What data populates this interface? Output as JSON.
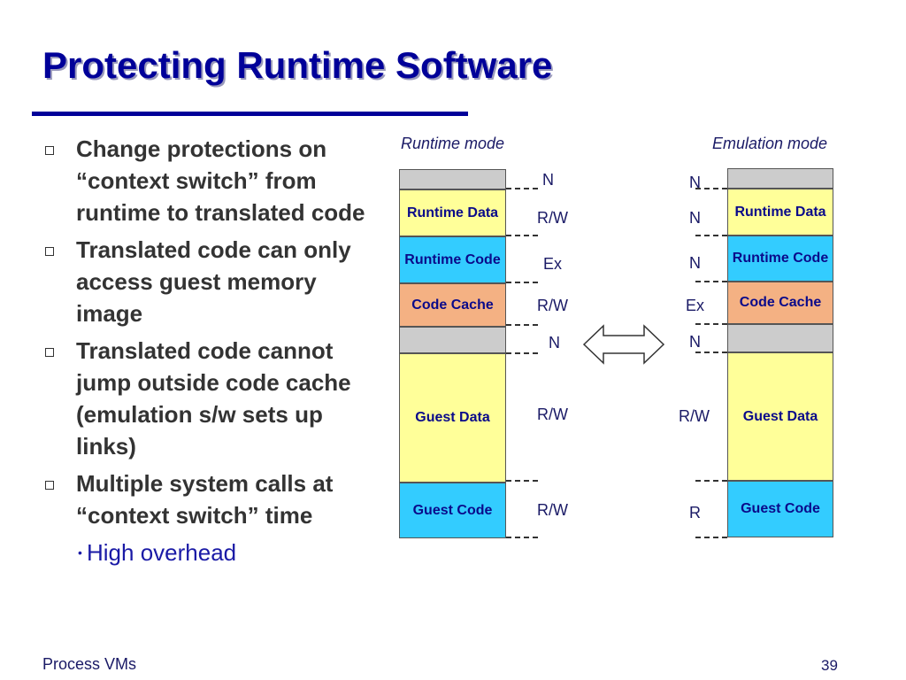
{
  "title": "Protecting Runtime Software",
  "bullets": [
    "Change protections on “context switch” from runtime to translated code",
    "Translated code can only access guest memory image",
    "Translated code cannot jump outside code cache (emulation s/w sets up links)",
    "Multiple system calls at “context switch” time"
  ],
  "sub_bullet": "High overhead",
  "runtime_mode": {
    "label": "Runtime mode",
    "blocks": [
      "Runtime Data",
      "Runtime Code",
      "Code Cache",
      "Guest Data",
      "Guest Code"
    ],
    "perms": [
      "N",
      "R/W",
      "Ex",
      "R/W",
      "N",
      "R/W",
      "R/W"
    ]
  },
  "emulation_mode": {
    "label": "Emulation mode",
    "blocks": [
      "Runtime Data",
      "Runtime Code",
      "Code Cache",
      "Guest Data",
      "Guest Code"
    ],
    "perms": [
      "N",
      "N",
      "N",
      "Ex",
      "N",
      "R/W",
      "R"
    ]
  },
  "colors": {
    "title": "#000099",
    "gray": "#cccccc",
    "runtime_data": "#ffff99",
    "runtime_code": "#33ccff",
    "code_cache": "#f4b183",
    "guest_data": "#ffff99",
    "guest_code": "#33ccff"
  },
  "arrow_icon": "double-arrow",
  "footer": {
    "left": "Process VMs",
    "page": "39"
  }
}
